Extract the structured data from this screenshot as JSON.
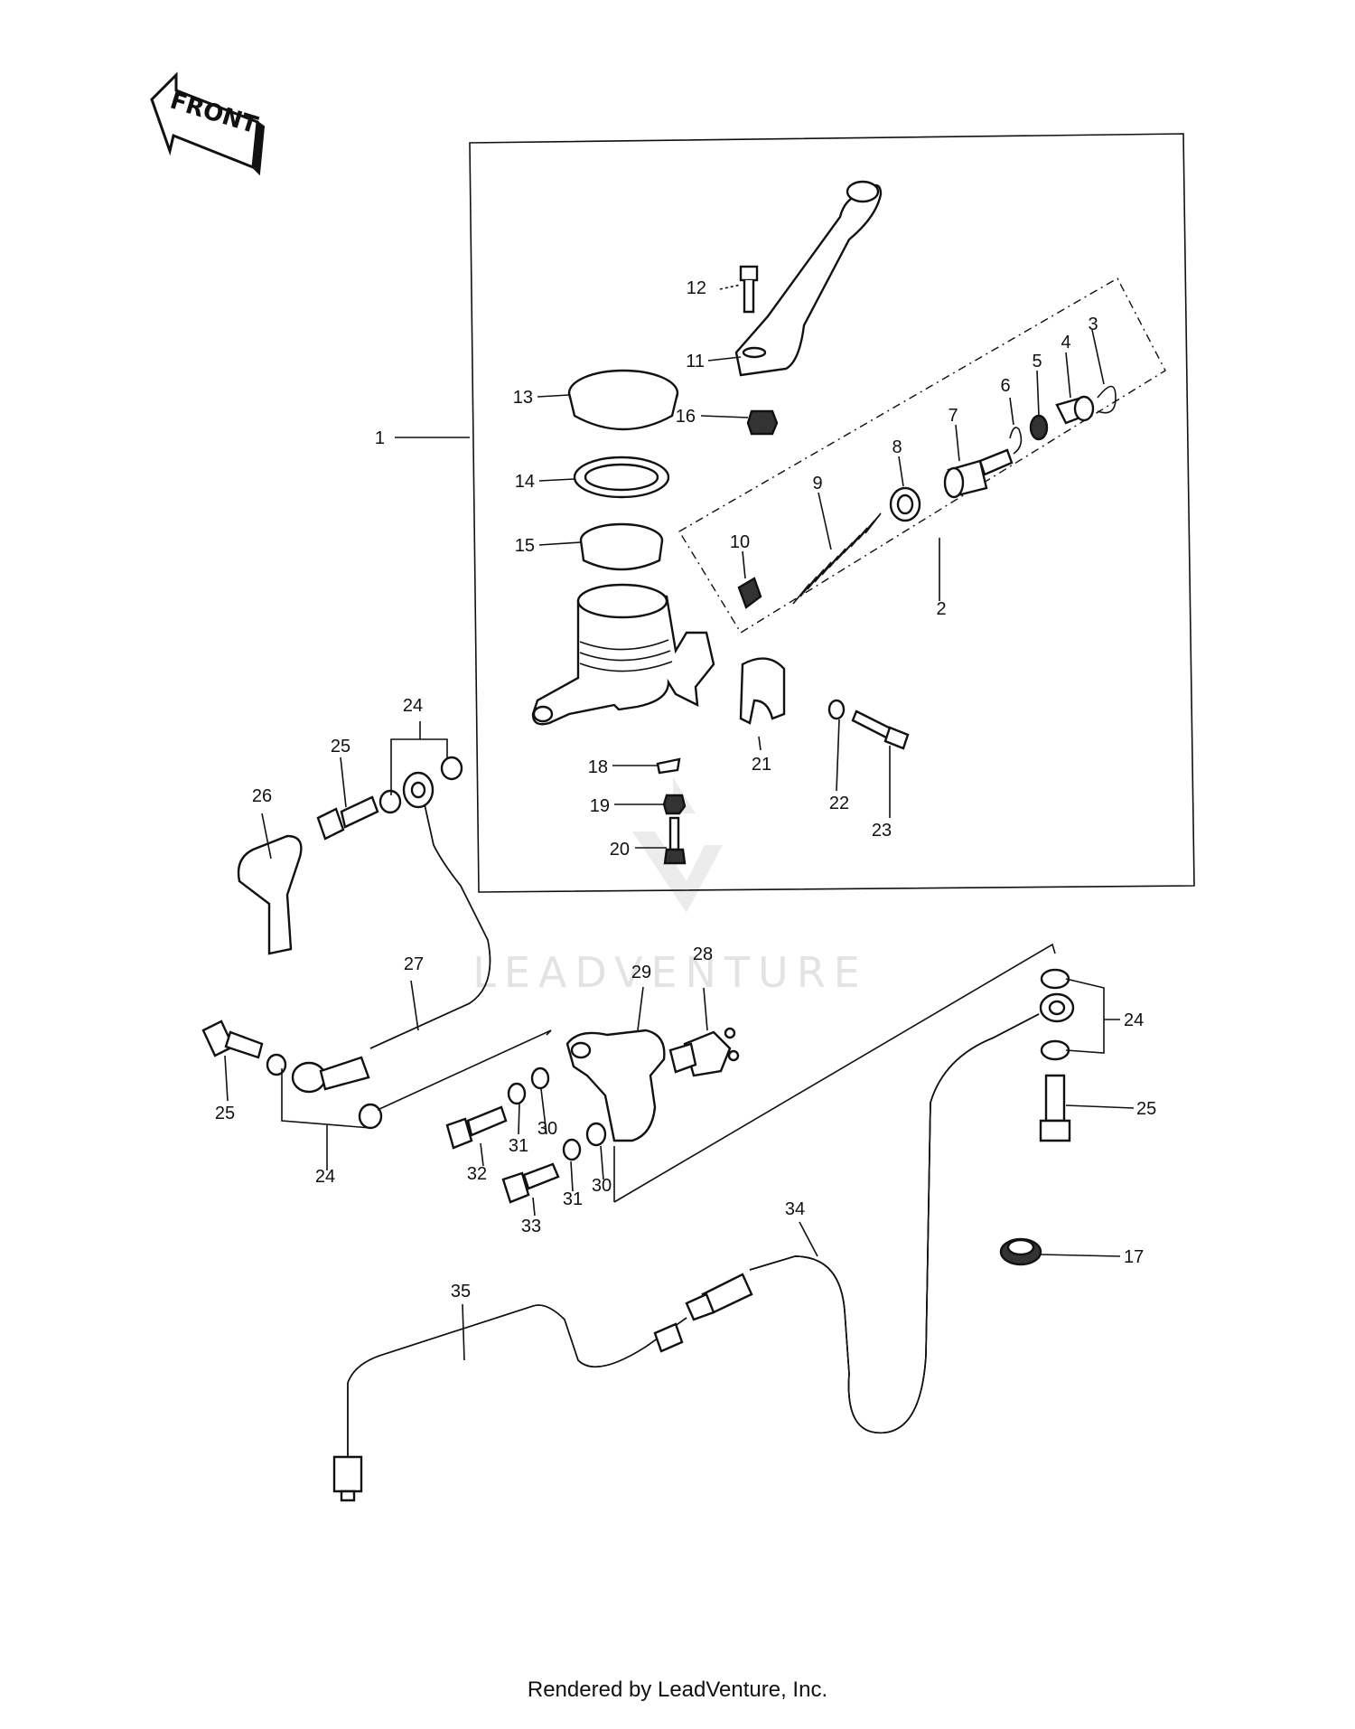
{
  "front_arrow": {
    "text": "FRONT",
    "icon": "front-arrow-icon"
  },
  "watermark": {
    "text": "LEADVENTURE",
    "icon": "leadventure-logo-icon",
    "color": "#e3e3e3"
  },
  "footer": {
    "text": "Rendered by LeadVenture, Inc."
  },
  "callouts": {
    "c1": "1",
    "c2": "2",
    "c3": "3",
    "c4": "4",
    "c5": "5",
    "c6": "6",
    "c7": "7",
    "c8": "8",
    "c9": "9",
    "c10": "10",
    "c11": "11",
    "c12": "12",
    "c13": "13",
    "c14": "14",
    "c15": "15",
    "c16": "16",
    "c17": "17",
    "c18": "18",
    "c19": "19",
    "c20": "20",
    "c21": "21",
    "c22": "22",
    "c23": "23",
    "c24a": "24",
    "c24b": "24",
    "c24c": "24",
    "c25a": "25",
    "c25b": "25",
    "c25c": "25",
    "c26": "26",
    "c27": "27",
    "c28": "28",
    "c29": "29",
    "c30a": "30",
    "c30b": "30",
    "c31a": "31",
    "c31b": "31",
    "c32": "32",
    "c33": "33",
    "c34": "34",
    "c35": "35"
  }
}
